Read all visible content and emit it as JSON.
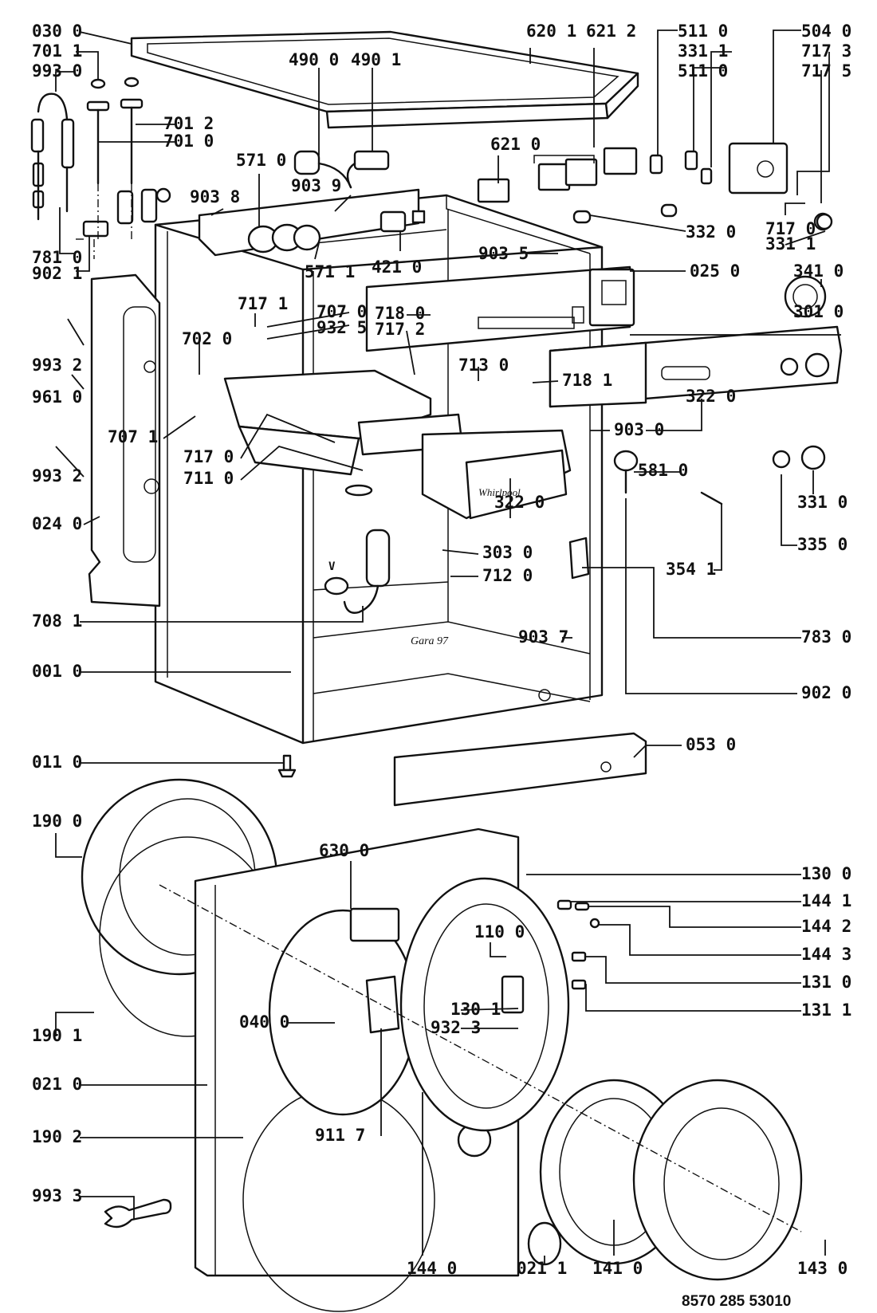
{
  "diagram": {
    "document_number": "8570 285 53010",
    "cabinet_stamp": "Gara 97",
    "brand_on_drawer": "Whirlpool",
    "hose_marker": "V",
    "parts": [
      {
        "code": "030 0"
      },
      {
        "code": "701 1"
      },
      {
        "code": "993 0"
      },
      {
        "code": "490 0"
      },
      {
        "code": "490 1"
      },
      {
        "code": "620 1"
      },
      {
        "code": "621 2"
      },
      {
        "code": "511 0"
      },
      {
        "code": "331 1"
      },
      {
        "code": "511 0"
      },
      {
        "code": "504 0"
      },
      {
        "code": "717 3"
      },
      {
        "code": "717 5"
      },
      {
        "code": "701 2"
      },
      {
        "code": "701 0"
      },
      {
        "code": "571 0"
      },
      {
        "code": "621 0"
      },
      {
        "code": "903 8"
      },
      {
        "code": "903 9"
      },
      {
        "code": "717 0"
      },
      {
        "code": "332 0"
      },
      {
        "code": "331 1"
      },
      {
        "code": "781 0"
      },
      {
        "code": "902 1"
      },
      {
        "code": "571 1"
      },
      {
        "code": "421 0"
      },
      {
        "code": "903 5"
      },
      {
        "code": "025 0"
      },
      {
        "code": "341 0"
      },
      {
        "code": "717 1"
      },
      {
        "code": "707 0"
      },
      {
        "code": "932 5"
      },
      {
        "code": "718 0"
      },
      {
        "code": "717 2"
      },
      {
        "code": "301 0"
      },
      {
        "code": "702 0"
      },
      {
        "code": "993 2"
      },
      {
        "code": "961 0"
      },
      {
        "code": "713 0"
      },
      {
        "code": "718 1"
      },
      {
        "code": "322 0"
      },
      {
        "code": "707 1"
      },
      {
        "code": "903 0"
      },
      {
        "code": "717 0"
      },
      {
        "code": "711 0"
      },
      {
        "code": "581 0"
      },
      {
        "code": "993 2"
      },
      {
        "code": "024 0"
      },
      {
        "code": "322 0"
      },
      {
        "code": "331 0"
      },
      {
        "code": "303 0"
      },
      {
        "code": "335 0"
      },
      {
        "code": "354 1"
      },
      {
        "code": "712 0"
      },
      {
        "code": "708 1"
      },
      {
        "code": "903 7"
      },
      {
        "code": "783 0"
      },
      {
        "code": "001 0"
      },
      {
        "code": "902 0"
      },
      {
        "code": "011 0"
      },
      {
        "code": "053 0"
      },
      {
        "code": "190 0"
      },
      {
        "code": "630 0"
      },
      {
        "code": "130 0"
      },
      {
        "code": "144 1"
      },
      {
        "code": "144 2"
      },
      {
        "code": "110 0"
      },
      {
        "code": "144 3"
      },
      {
        "code": "131 0"
      },
      {
        "code": "130 1"
      },
      {
        "code": "131 1"
      },
      {
        "code": "190 1"
      },
      {
        "code": "040 0"
      },
      {
        "code": "932 3"
      },
      {
        "code": "021 0"
      },
      {
        "code": "911 7"
      },
      {
        "code": "190 2"
      },
      {
        "code": "993 3"
      },
      {
        "code": "144 0"
      },
      {
        "code": "021 1"
      },
      {
        "code": "141 0"
      },
      {
        "code": "143 0"
      }
    ]
  }
}
